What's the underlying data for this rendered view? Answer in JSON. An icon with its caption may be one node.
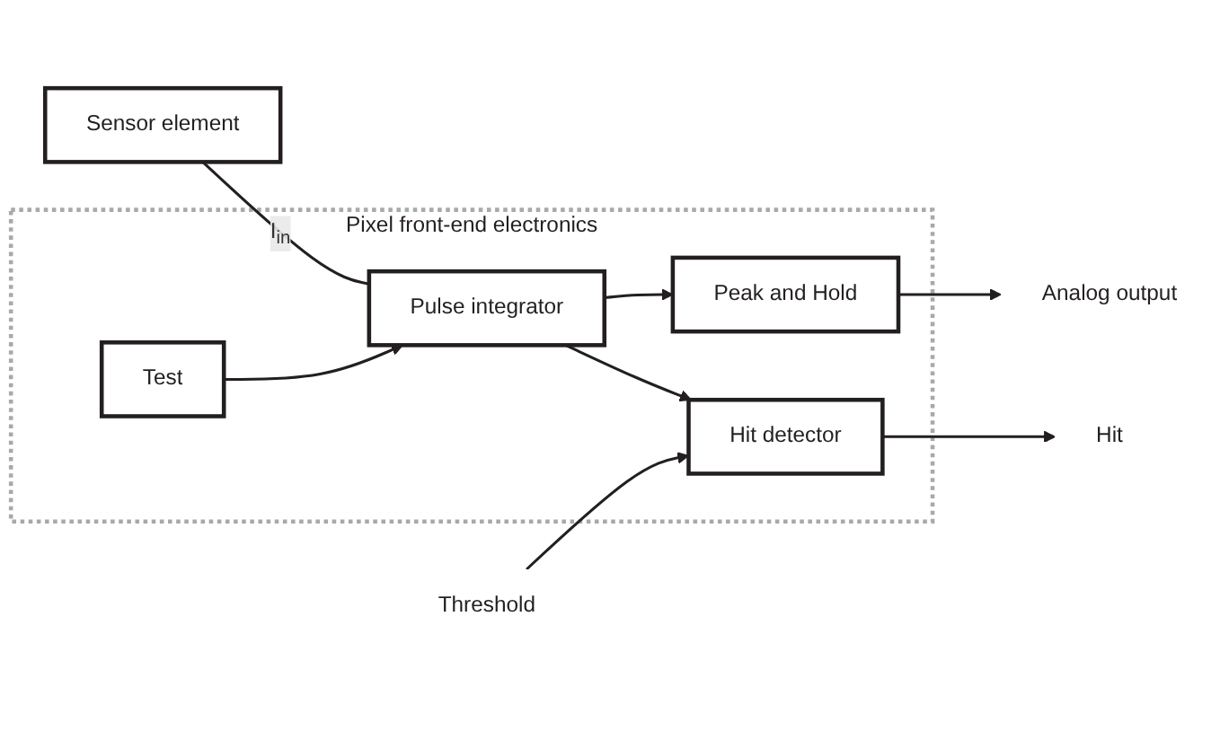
{
  "diagram": {
    "nodes": [
      {
        "text": [
          "Pixel front-end electronics"
        ]
      },
      {
        "text": [
          "Sensor element"
        ]
      },
      {
        "text": [
          "Pulse integrator"
        ],
        "in": 0
      },
      {
        "text": [
          "Test"
        ],
        "in": 0
      },
      {
        "text": [
          "Peak and Hold"
        ],
        "in": 0
      },
      {
        "text": [
          "Hit detector"
        ],
        "in": 0
      },
      {
        "text": [
          "Analog output"
        ]
      },
      {
        "text": [
          "Hit"
        ]
      },
      {
        "text": [
          "Threshold"
        ]
      }
    ],
    "edges": [
      {
        "from": 1,
        "to": 2,
        "arrow": "none",
        "label": "I$_{in}$"
      },
      {
        "from": 3,
        "to": 2,
        "arrow": "to"
      },
      {
        "from": 2,
        "to": 4,
        "arrow": "to"
      },
      {
        "from": 2,
        "to": 5,
        "arrow": "to"
      },
      {
        "from": 4,
        "to": 6,
        "arrow": "to"
      },
      {
        "from": 5,
        "to": 7,
        "arrow": "to"
      },
      {
        "from": 8,
        "to": 5,
        "arrow": "to"
      }
    ]
  }
}
